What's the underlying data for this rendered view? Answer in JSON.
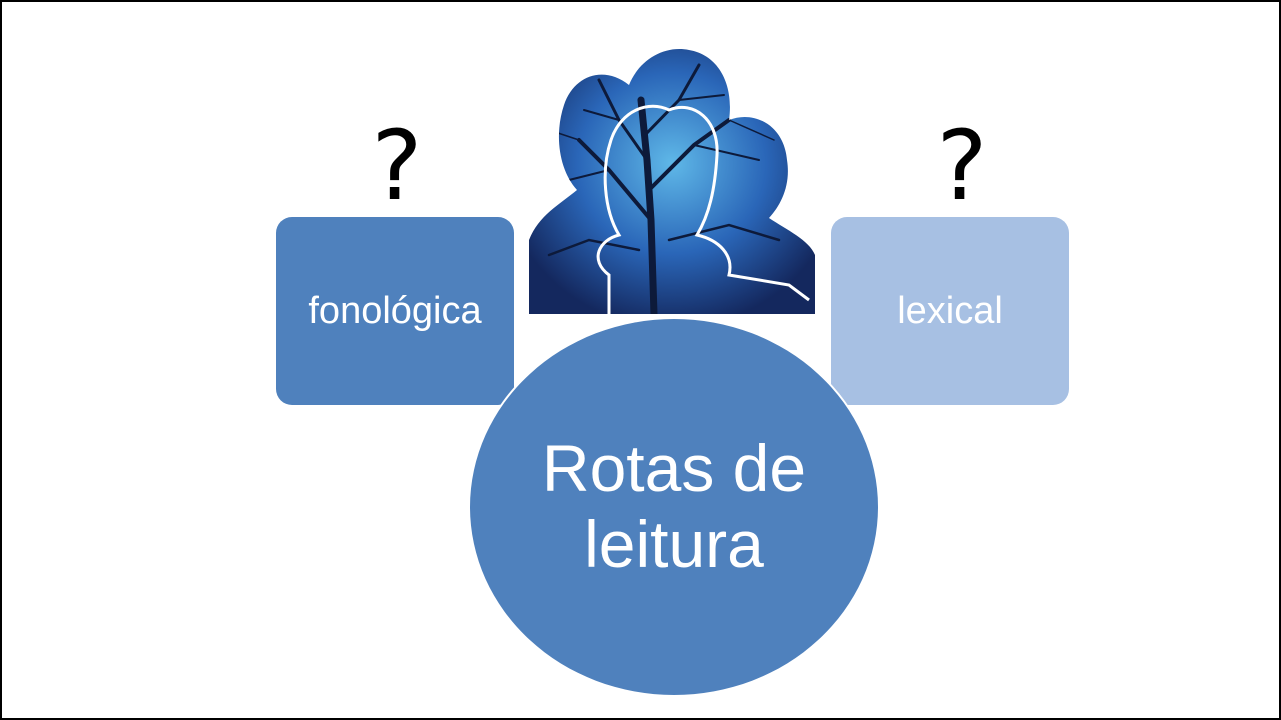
{
  "diagram": {
    "question_left": "?",
    "question_right": "?",
    "box_left_label": "fonológica",
    "box_right_label": "lexical",
    "center_line1": "Rotas de",
    "center_line2": "leitura"
  },
  "colors": {
    "primary_blue": "#4f81bd",
    "light_blue": "#a7c0e3",
    "border": "#000000"
  },
  "image": {
    "icon": "silhouette-heads-trees-image"
  }
}
